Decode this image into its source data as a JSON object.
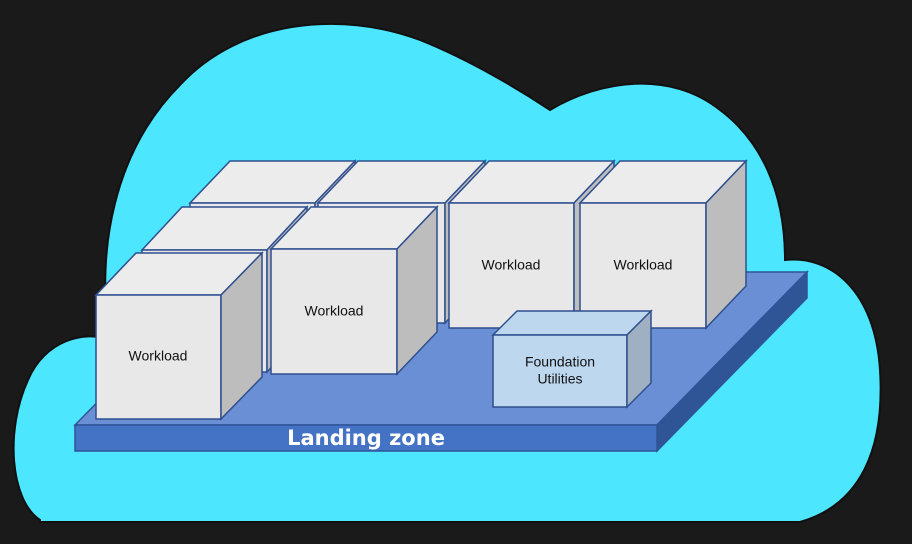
{
  "diagram": {
    "landing_zone": {
      "label": "Landing zone"
    },
    "workloads": [
      {
        "label": ""
      },
      {
        "label": ""
      },
      {
        "label": ""
      },
      {
        "label": "Workload"
      },
      {
        "label": "Workload"
      },
      {
        "label": "Workload"
      },
      {
        "label": "Workload"
      }
    ],
    "foundation": {
      "line1": "Foundation",
      "line2": "Utilities"
    }
  },
  "colors": {
    "background": "#1a1a1a",
    "cloud": "#4de6ff",
    "platform_top": "#6a8fd4",
    "platform_front": "#4472c4",
    "platform_side": "#2f5597",
    "box_front": "#e8e8e8",
    "box_top": "#ececec",
    "box_side": "#bdbdbd",
    "foundation_front": "#bdd7ee",
    "foundation_side": "#9fb0c2",
    "stroke": "#2f4f8f"
  }
}
